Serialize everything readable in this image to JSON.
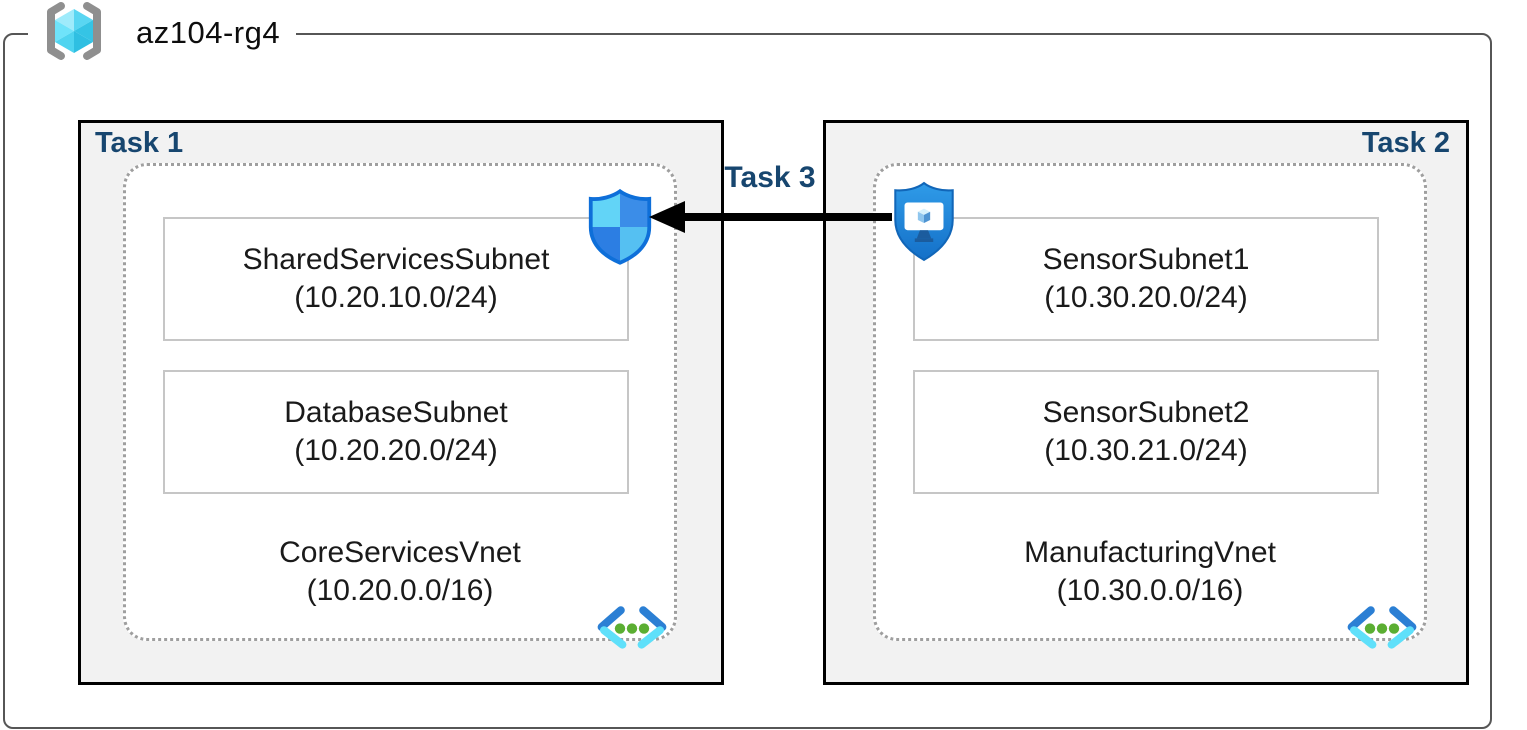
{
  "resource_group": {
    "name": "az104-rg4"
  },
  "tasks": {
    "task1": {
      "label": "Task 1",
      "vnet": {
        "name": "CoreServicesVnet",
        "cidr": "(10.20.0.0/16)",
        "subnets": [
          {
            "name": "SharedServicesSubnet",
            "cidr": "(10.20.10.0/24)"
          },
          {
            "name": "DatabaseSubnet",
            "cidr": "(10.20.20.0/24)"
          }
        ]
      }
    },
    "task2": {
      "label": "Task 2",
      "vnet": {
        "name": "ManufacturingVnet",
        "cidr": "(10.30.0.0/16)",
        "subnets": [
          {
            "name": "SensorSubnet1",
            "cidr": "(10.30.20.0/24)"
          },
          {
            "name": "SensorSubnet2",
            "cidr": "(10.30.21.0/24)"
          }
        ]
      }
    },
    "task3": {
      "label": "Task 3"
    }
  },
  "icons": {
    "resource_group": "azure-resource-group-icon",
    "network_security_group": "nsg-shield-icon",
    "bastion": "bastion-shield-icon",
    "virtual_network": "virtual-network-icon"
  },
  "colors": {
    "task_label_navy": "#17466F",
    "task_box_fill": "#F2F2F2",
    "task_box_border": "#000000",
    "dashed_border_gray": "#9F9F9F",
    "outer_frame_gray": "#565656",
    "arrow_black": "#000000",
    "azure_blue": "#2B7FD4",
    "azure_cyan": "#50E6FF",
    "vnet_dot_green": "#5BAE32"
  }
}
